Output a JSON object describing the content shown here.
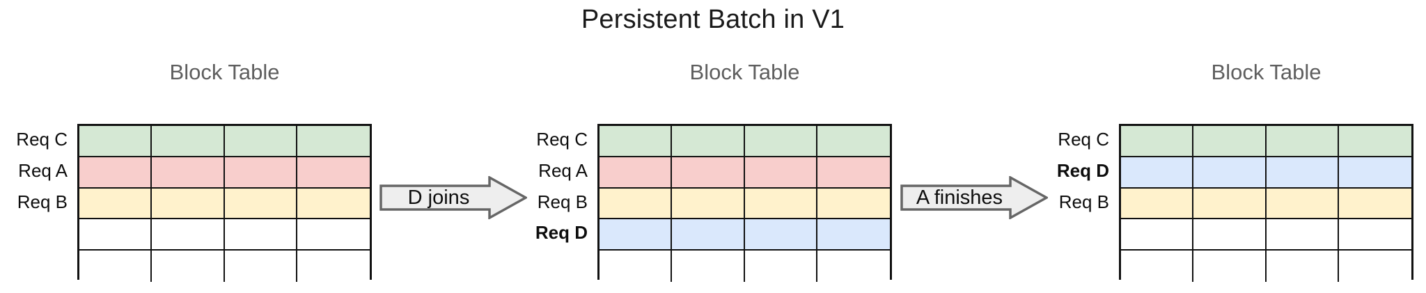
{
  "title": "Persistent Batch in V1",
  "palette": {
    "green": "#d5e8d4",
    "red": "#f8cecc",
    "yellow": "#fff2cc",
    "blue": "#dae8fc",
    "empty": "#ffffff",
    "grid_line": "#111111",
    "arrow_fill": "#eeeeee",
    "arrow_stroke": "#666666",
    "header_text": "#5e5e5e",
    "title_text": "#1a1a1a"
  },
  "grid": {
    "columns": 4,
    "rows": 5
  },
  "stages": [
    {
      "id": "stage-1",
      "header": "Block Table",
      "rows": [
        {
          "label": "Req C",
          "color": "#d5e8d4",
          "bold": false
        },
        {
          "label": "Req A",
          "color": "#f8cecc",
          "bold": false
        },
        {
          "label": "Req B",
          "color": "#fff2cc",
          "bold": false
        },
        {
          "label": "",
          "color": "#ffffff",
          "bold": false
        },
        {
          "label": "",
          "color": "#ffffff",
          "bold": false
        }
      ]
    },
    {
      "id": "stage-2",
      "header": "Block Table",
      "rows": [
        {
          "label": "Req C",
          "color": "#d5e8d4",
          "bold": false
        },
        {
          "label": "Req A",
          "color": "#f8cecc",
          "bold": false
        },
        {
          "label": "Req B",
          "color": "#fff2cc",
          "bold": false
        },
        {
          "label": "Req D",
          "color": "#dae8fc",
          "bold": true
        },
        {
          "label": "",
          "color": "#ffffff",
          "bold": false
        }
      ]
    },
    {
      "id": "stage-3",
      "header": "Block Table",
      "rows": [
        {
          "label": "Req C",
          "color": "#d5e8d4",
          "bold": false
        },
        {
          "label": "Req D",
          "color": "#dae8fc",
          "bold": true
        },
        {
          "label": "Req B",
          "color": "#fff2cc",
          "bold": false
        },
        {
          "label": "",
          "color": "#ffffff",
          "bold": false
        },
        {
          "label": "",
          "color": "#ffffff",
          "bold": false
        }
      ]
    }
  ],
  "arrows": [
    {
      "id": "arrow-1",
      "label": "D joins"
    },
    {
      "id": "arrow-2",
      "label": "A finishes"
    }
  ]
}
